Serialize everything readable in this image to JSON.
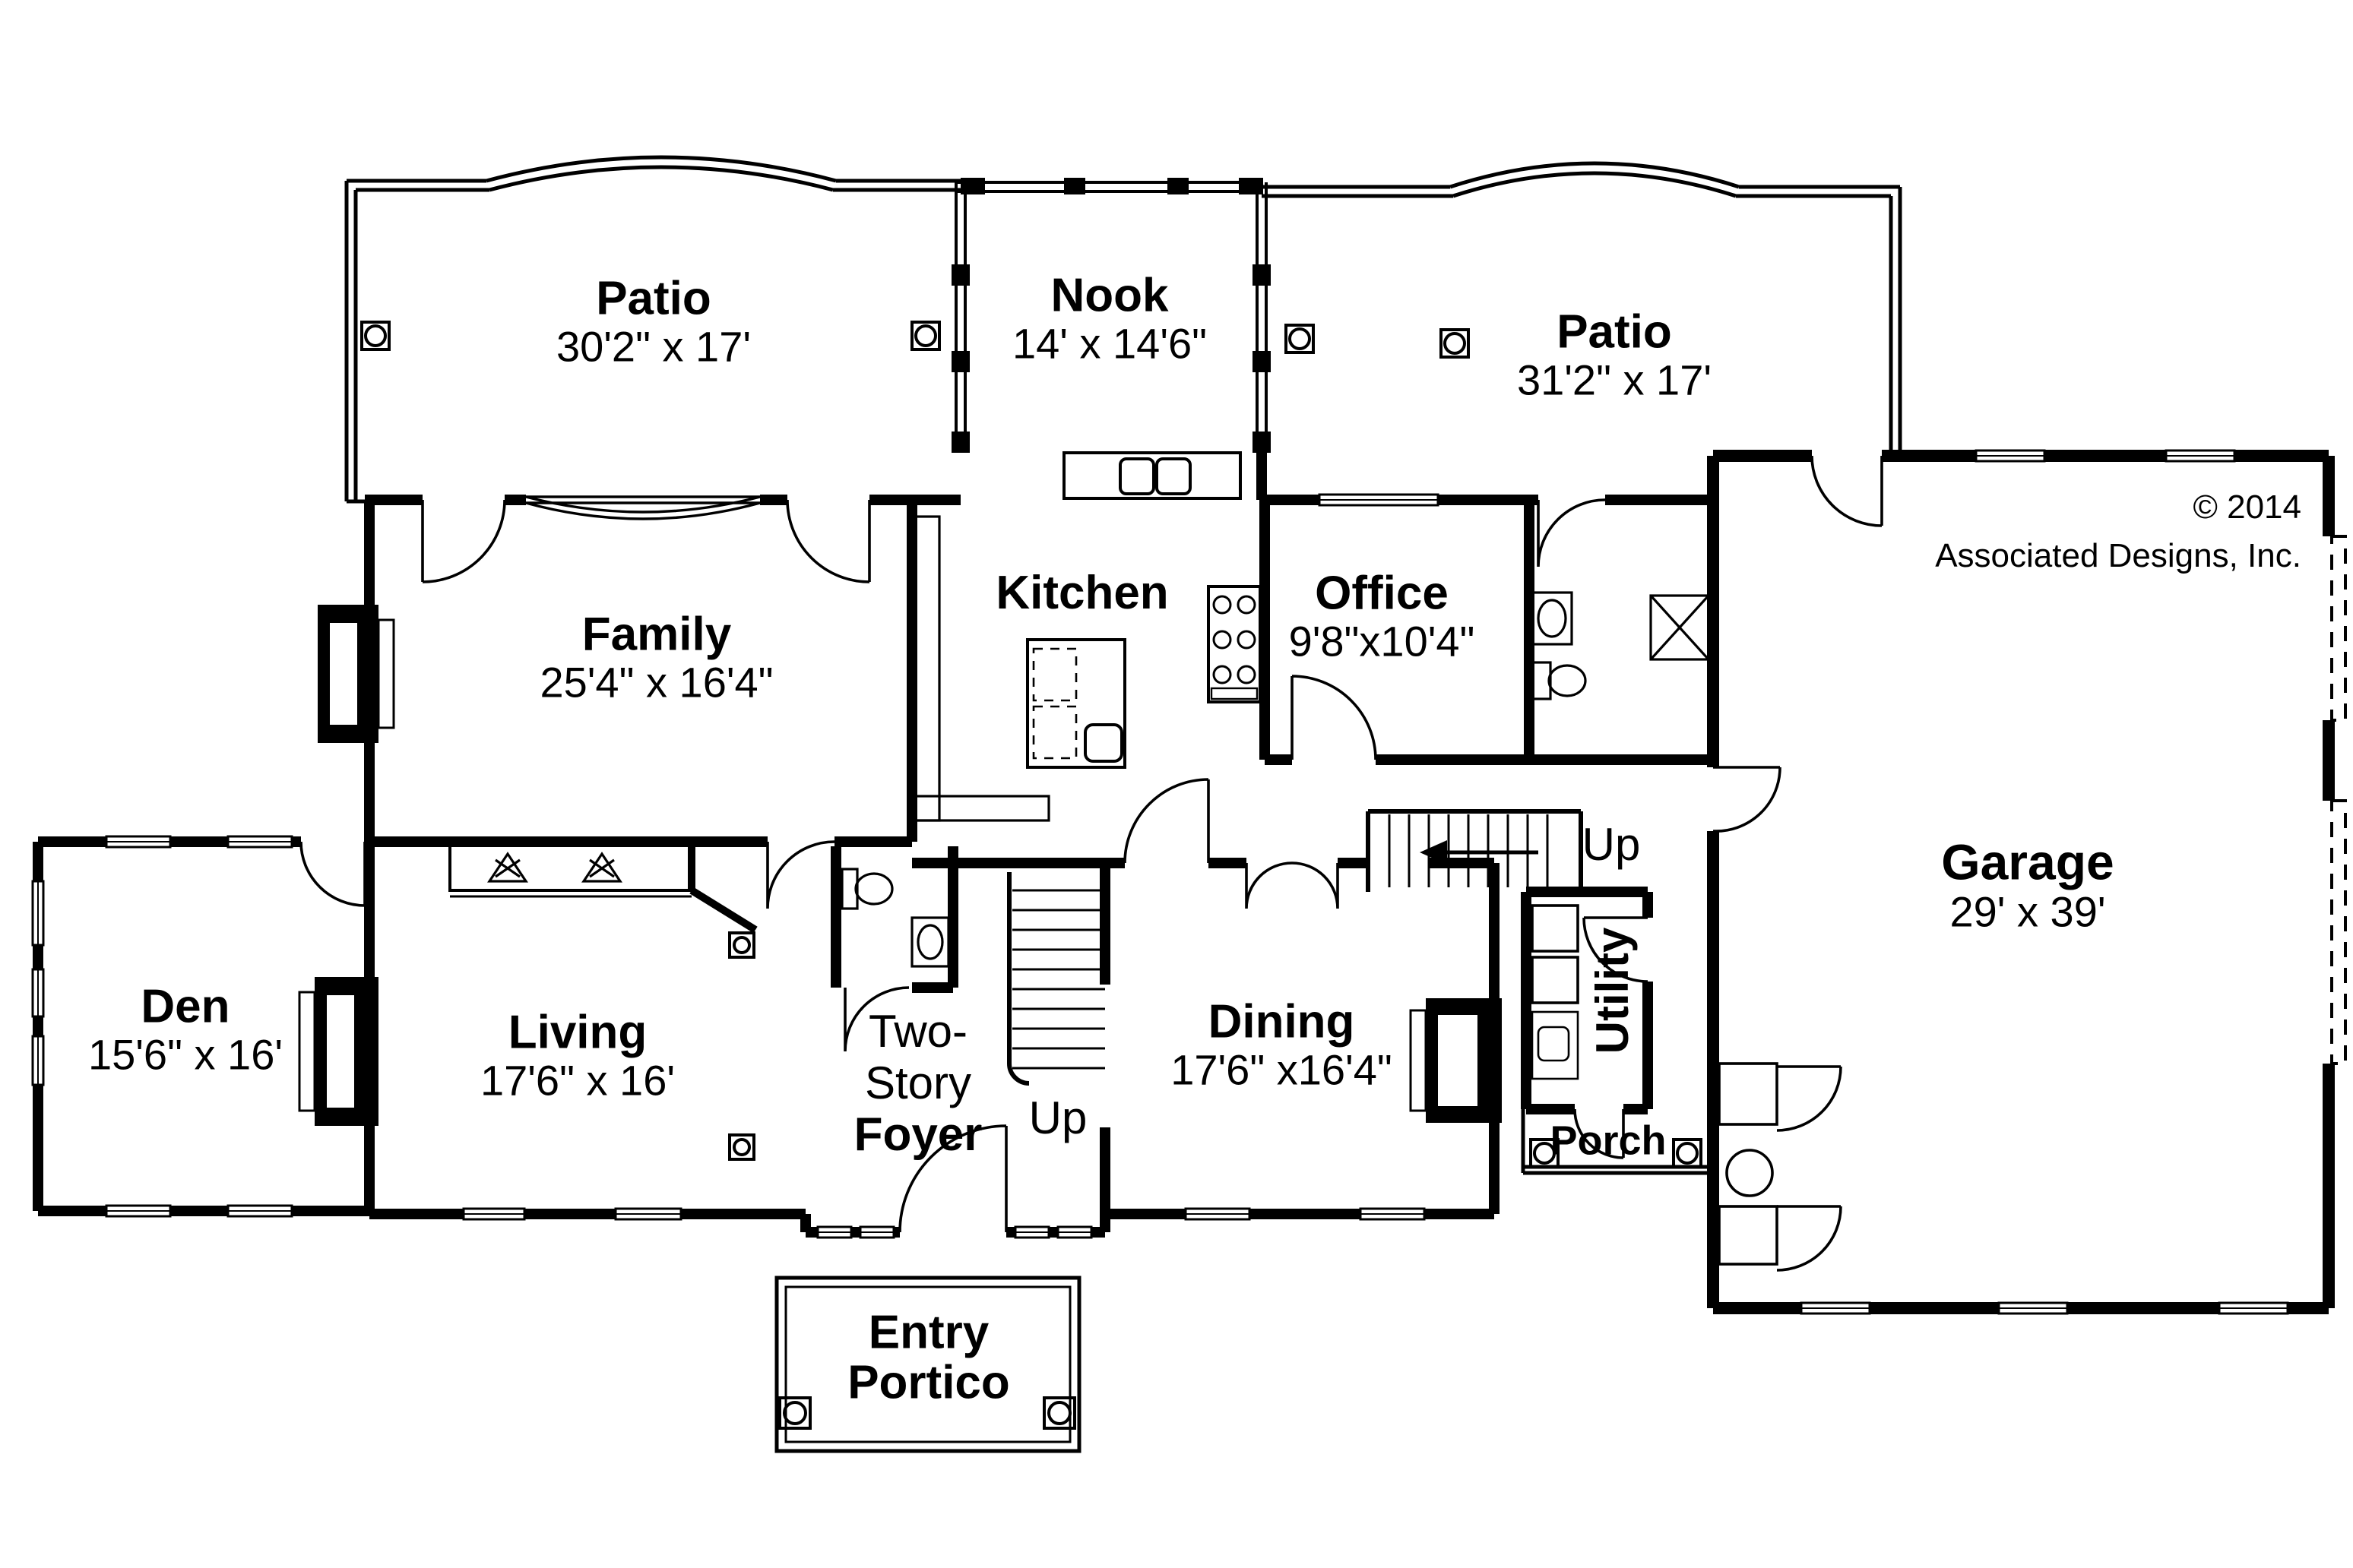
{
  "colors": {
    "ink": "#000000",
    "paper": "#ffffff"
  },
  "copyright": {
    "line1": "© 2014",
    "line2": "Associated Designs, Inc."
  },
  "rooms": {
    "patio_left": {
      "name": "Patio",
      "dims": "30'2\" x 17'"
    },
    "nook": {
      "name": "Nook",
      "dims": "14' x 14'6\""
    },
    "patio_right": {
      "name": "Patio",
      "dims": "31'2\" x 17'"
    },
    "family": {
      "name": "Family",
      "dims": "25'4\" x 16'4\""
    },
    "kitchen": {
      "name": "Kitchen"
    },
    "office": {
      "name": "Office",
      "dims": "9'8\"x10'4\""
    },
    "garage": {
      "name": "Garage",
      "dims": "29' x 39'"
    },
    "den": {
      "name": "Den",
      "dims": "15'6\" x 16'"
    },
    "living": {
      "name": "Living",
      "dims": "17'6\" x 16'"
    },
    "dining": {
      "name": "Dining",
      "dims": "17'6\" x16'4\""
    },
    "utility": {
      "name": "Utility"
    },
    "porch": {
      "name": "Porch"
    },
    "entry_portico": {
      "name_line1": "Entry",
      "name_line2": "Portico"
    }
  },
  "foyer": {
    "line1": "Two-",
    "line2": "Story",
    "line3": "Foyer"
  },
  "stairs": {
    "foyer_up_label": "Up",
    "rear_up_label": "Up"
  }
}
